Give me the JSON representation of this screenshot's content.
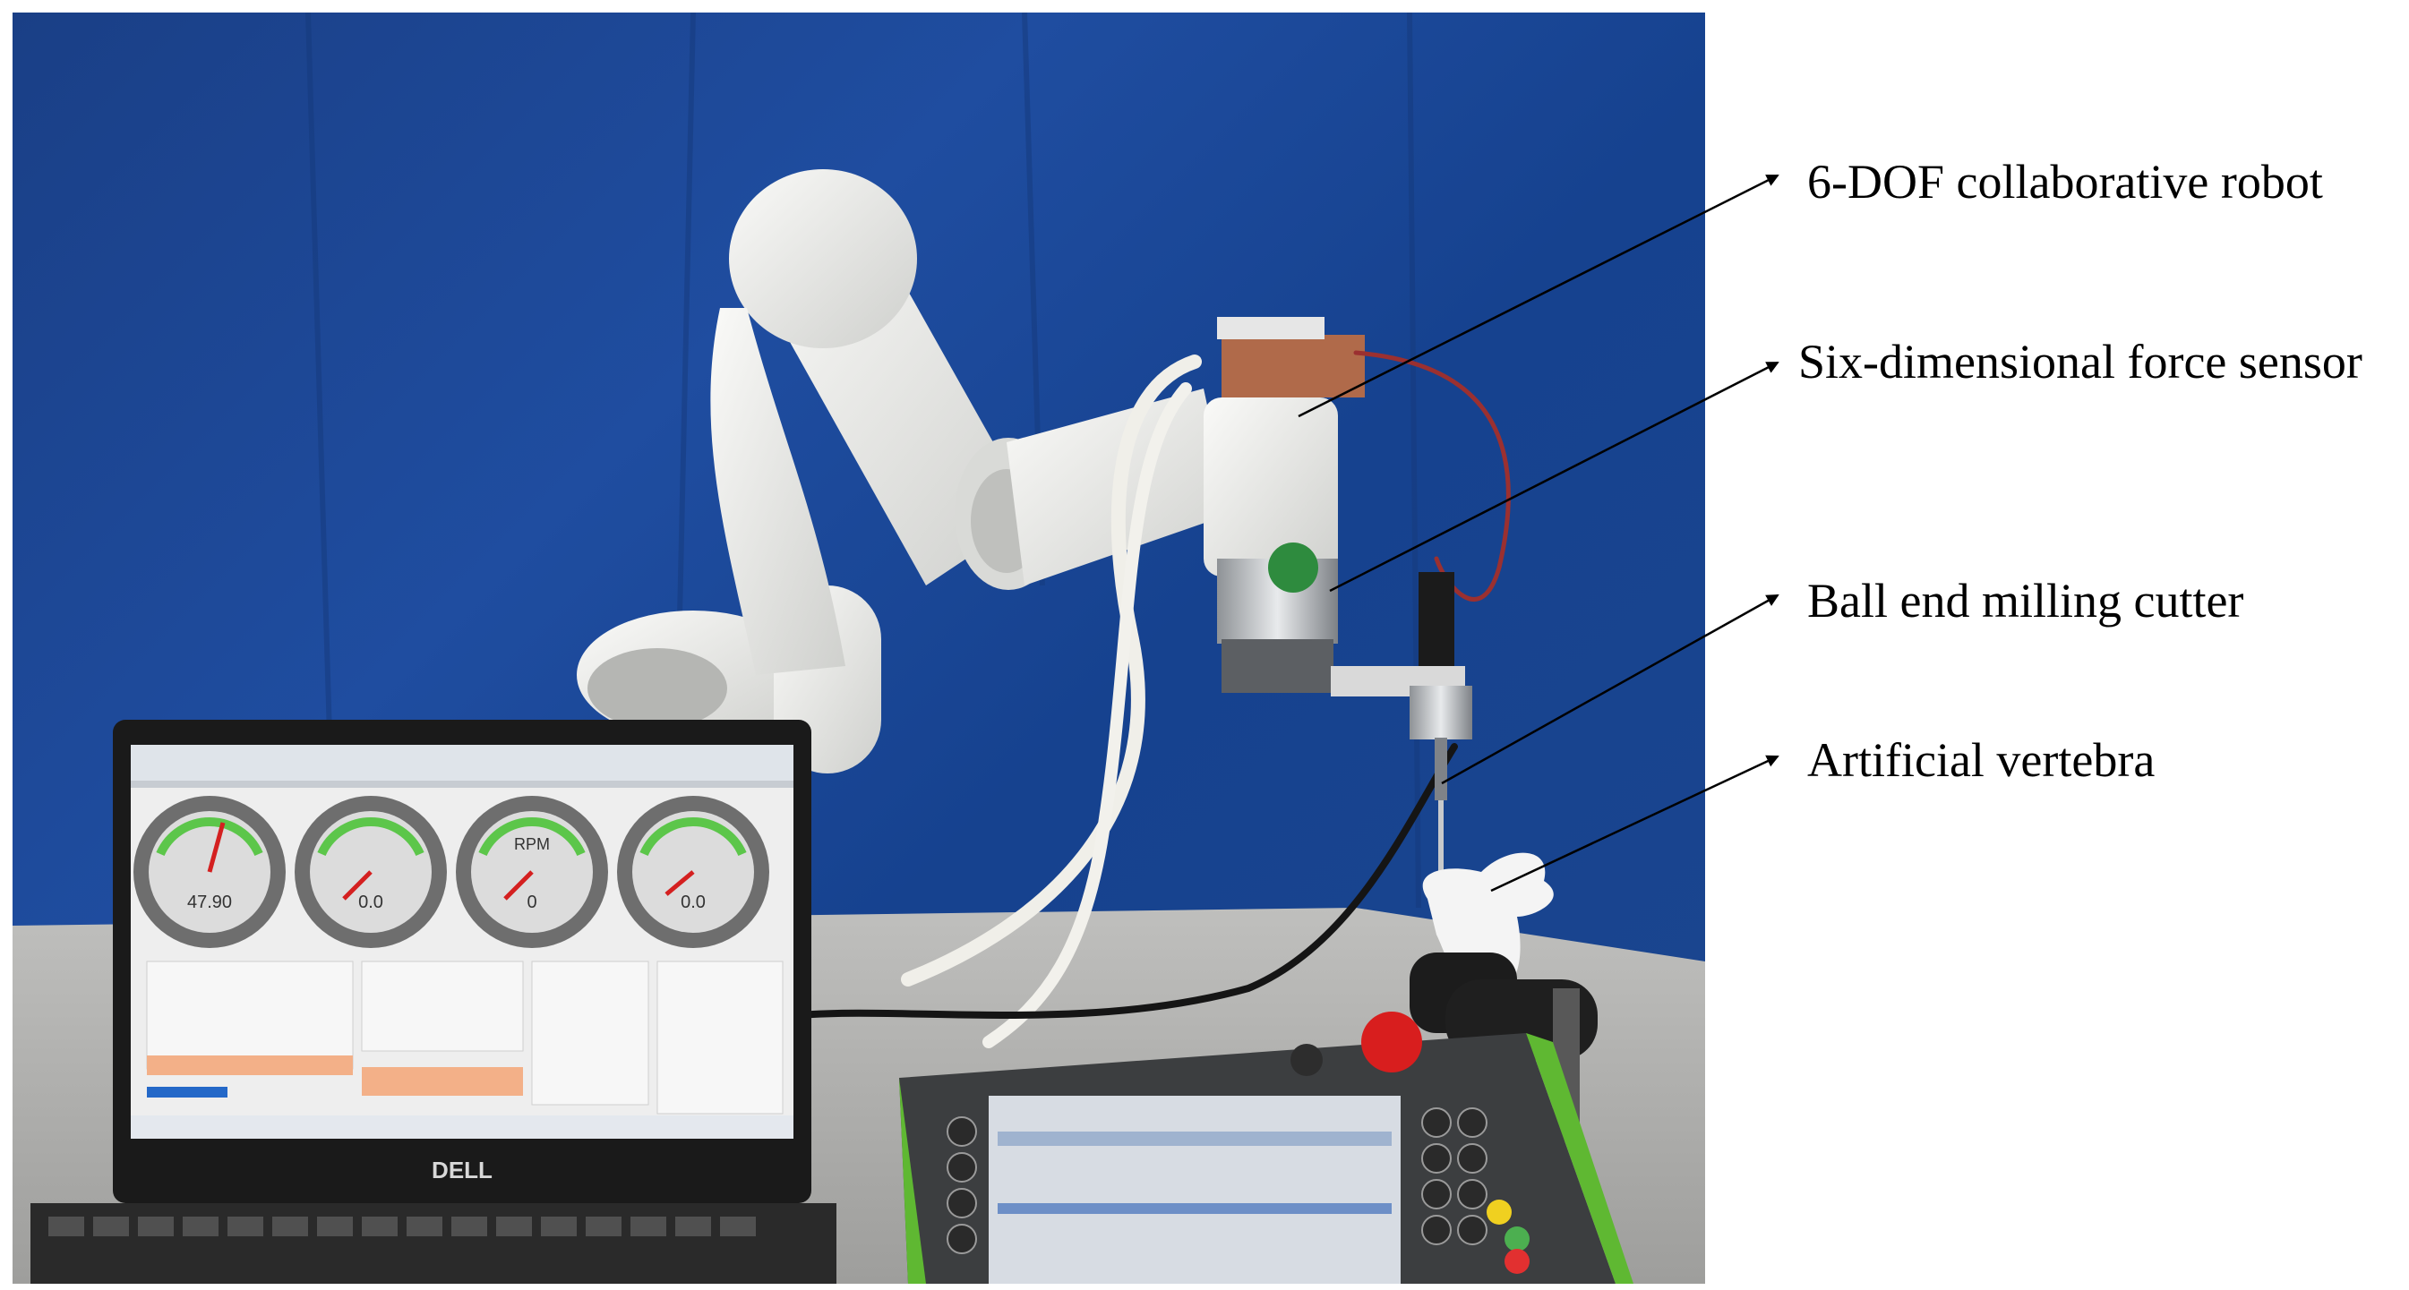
{
  "callouts": {
    "robot": "6-DOF collaborative robot",
    "sensor": "Six-dimensional force sensor",
    "cutter": "Ball end milling cutter",
    "vertebra": "Artificial vertebra"
  },
  "laptop": {
    "brand": "DELL",
    "gauges": [
      {
        "center_label": "",
        "readout": "47.90"
      },
      {
        "center_label": "",
        "readout": "0.0"
      },
      {
        "center_label": "RPM",
        "readout": "0"
      },
      {
        "center_label": "",
        "readout": "0.0"
      }
    ]
  },
  "colors": {
    "backdrop": "#1f4da0",
    "robot_white": "#ececea",
    "estop_red": "#d81e1e",
    "pendant_green": "#5fb832"
  }
}
